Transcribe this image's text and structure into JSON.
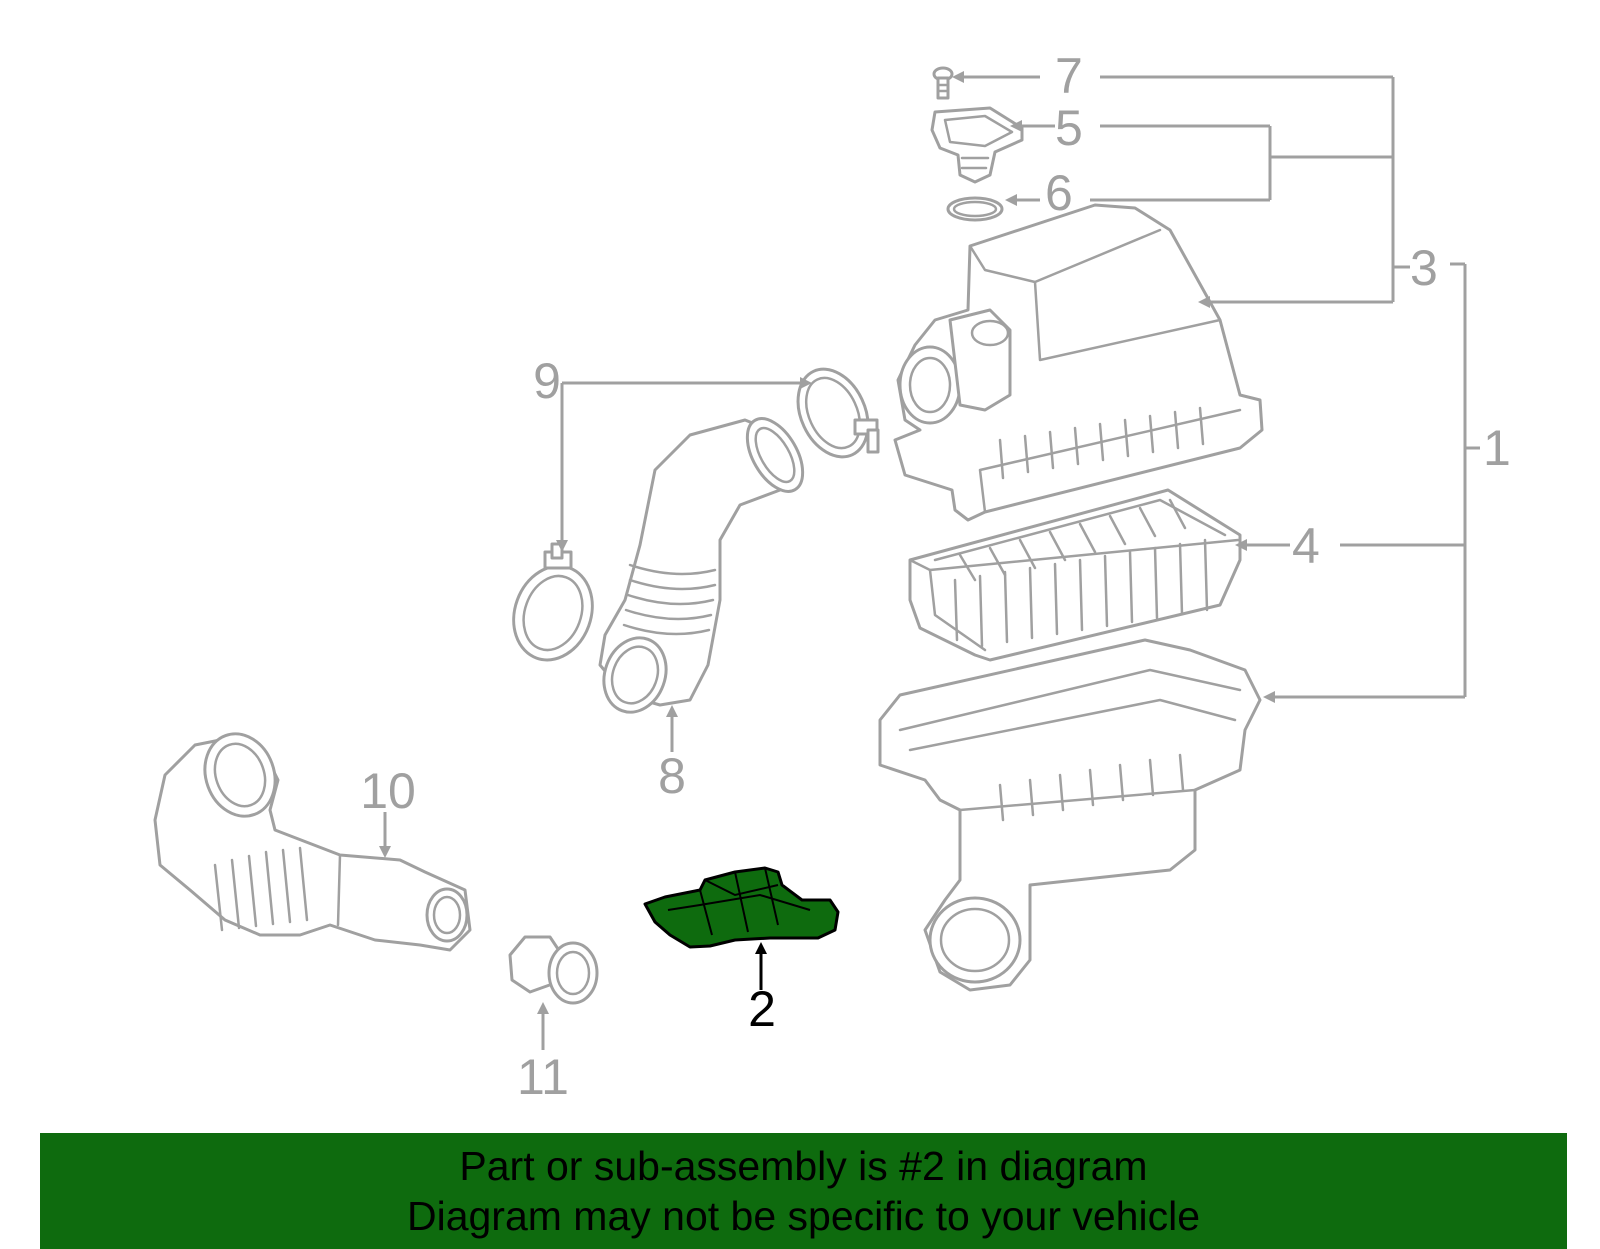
{
  "diagram": {
    "highlight_color": "#0e6b0e",
    "highlighted_callout": "2",
    "callouts": [
      "1",
      "2",
      "3",
      "4",
      "5",
      "6",
      "7",
      "8",
      "9",
      "10",
      "11"
    ]
  },
  "banner": {
    "line1": "Part or sub-assembly is #2 in diagram",
    "line2": "Diagram may not be specific to your vehicle",
    "background": "#0e6b0e"
  }
}
